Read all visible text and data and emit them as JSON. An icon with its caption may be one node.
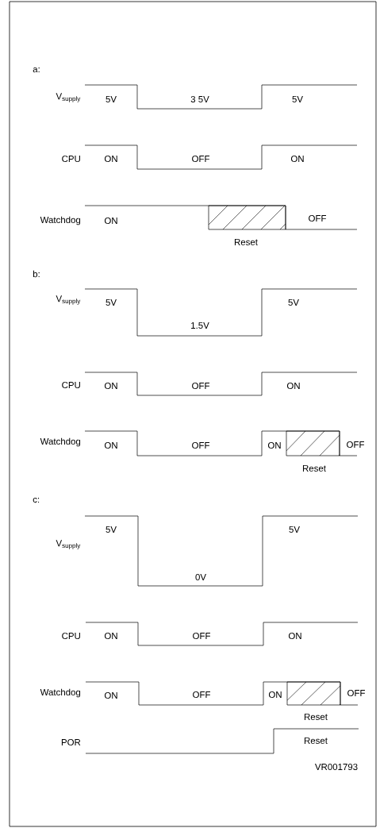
{
  "diagram": {
    "labels": [
      "a:",
      "V$_{supply}$",
      "5V",
      "3 5V",
      "5V",
      "CPU",
      "ON",
      "OFF",
      "ON",
      "Watchdog",
      "ON",
      "OFF",
      "Reset",
      "b:",
      "V$_{supply}$",
      "5V",
      "5V",
      "1.5V",
      "CPU",
      "ON",
      "OFF",
      "ON",
      "Watchdog",
      "ON",
      "OFF",
      "ON",
      "OFF",
      "Reset",
      "c:",
      "5V",
      "5V",
      "V$_{supply}$",
      "0V",
      "CPU",
      "ON",
      "OFF",
      "ON",
      "Watchdog",
      "ON",
      "OFF",
      "ON",
      "OFF",
      "Reset",
      "POR",
      "Reset",
      "VR001793"
    ]
  }
}
